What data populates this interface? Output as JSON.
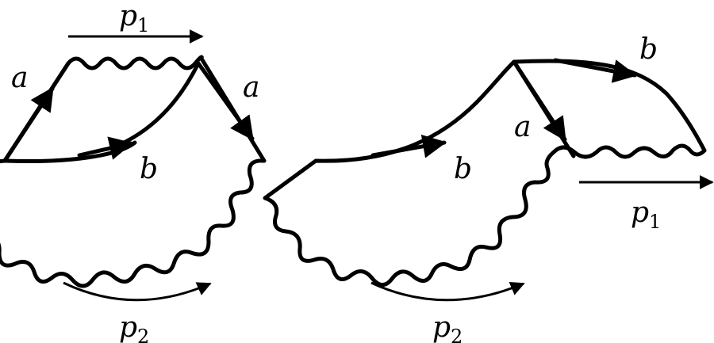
{
  "colors": {
    "fill": "#adab7f",
    "stroke": "#000000",
    "background": "#ffffff"
  },
  "left": {
    "labels": {
      "p1": {
        "main": "p",
        "sub": "1"
      },
      "p2": {
        "main": "p",
        "sub": "2"
      },
      "a_left": "a",
      "a_right": "a",
      "b": "b"
    }
  },
  "right": {
    "labels": {
      "b_top": "b",
      "a": "a",
      "b_bottom": "b",
      "p1": {
        "main": "p",
        "sub": "1"
      },
      "p2": {
        "main": "p",
        "sub": "2"
      }
    }
  }
}
